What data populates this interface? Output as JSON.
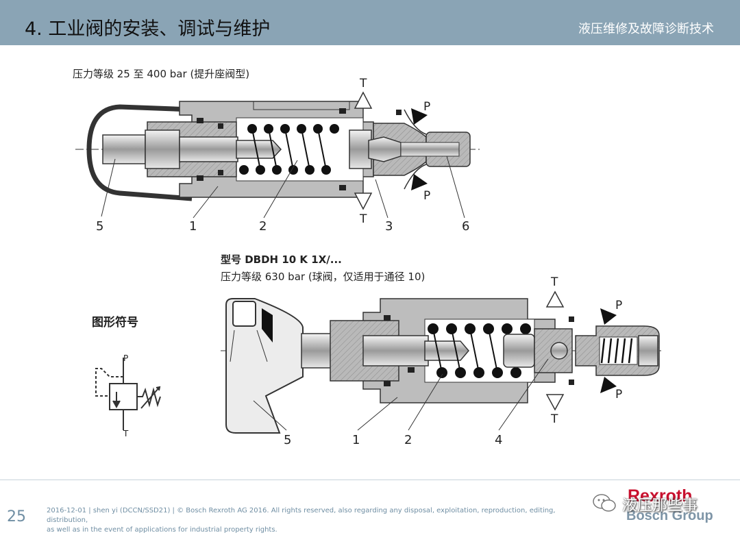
{
  "header": {
    "title": "4. 工业阀的安装、调试与维护",
    "right_title": "液压维修及故障诊断技术"
  },
  "diagram1": {
    "caption": "压力等级 25 至 400 bar (提升座阀型)",
    "port_t_top": "T",
    "port_p_top": "P",
    "port_p_bot": "P",
    "port_t_bot": "T",
    "callouts": [
      "5",
      "1",
      "2",
      "3",
      "6"
    ]
  },
  "diagram2": {
    "caption_model": "型号 DBDH 10 K 1X/...",
    "caption_pressure": "压力等级 630 bar (球阀，仅适用于通径 10)",
    "port_t_top": "T",
    "port_p_top": "P",
    "port_p_bot": "P",
    "port_t_bot": "T",
    "callouts": [
      "5",
      "1",
      "2",
      "4"
    ]
  },
  "symbol": {
    "title": "图形符号",
    "port_p": "P",
    "port_t": "T"
  },
  "footer": {
    "page": "25",
    "line1": "2016-12-01 | shen yi (DCCN/SSD21) | © Bosch Rexroth AG 2016. All rights reserved, also regarding any disposal, exploitation, reproduction, editing, distribution,",
    "line2": "as well as in the event of applications for industrial property rights.",
    "brand": "Rexroth",
    "group": "Bosch Group",
    "watermark": "液压那些事"
  }
}
